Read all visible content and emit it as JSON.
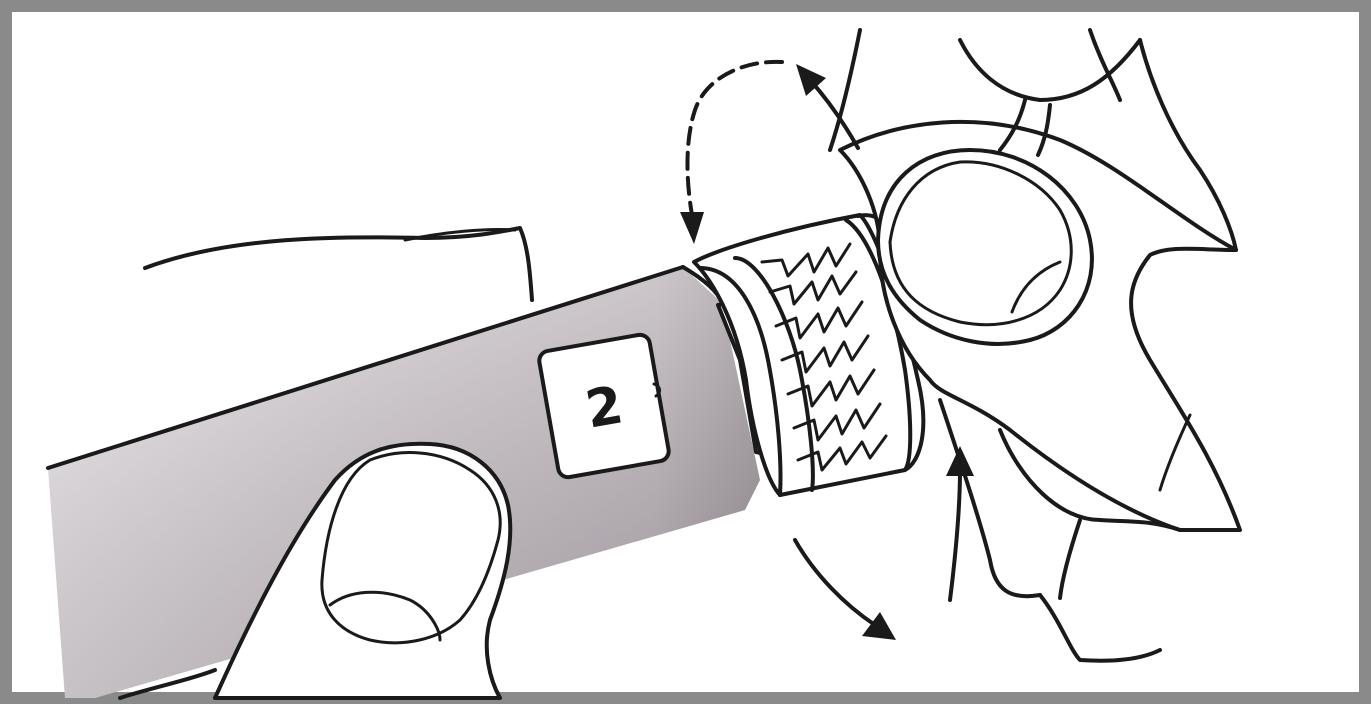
{
  "illustration": {
    "step_label": "2",
    "colors": {
      "frame": "#8a8a8a",
      "pen_body_light": "#cfc9cf",
      "pen_body_dark": "#9a9297",
      "ink": "#1a1a1a",
      "background": "#ffffff"
    },
    "icons": [
      "pen-injector",
      "hand",
      "rotation-arrows",
      "dose-window"
    ]
  }
}
